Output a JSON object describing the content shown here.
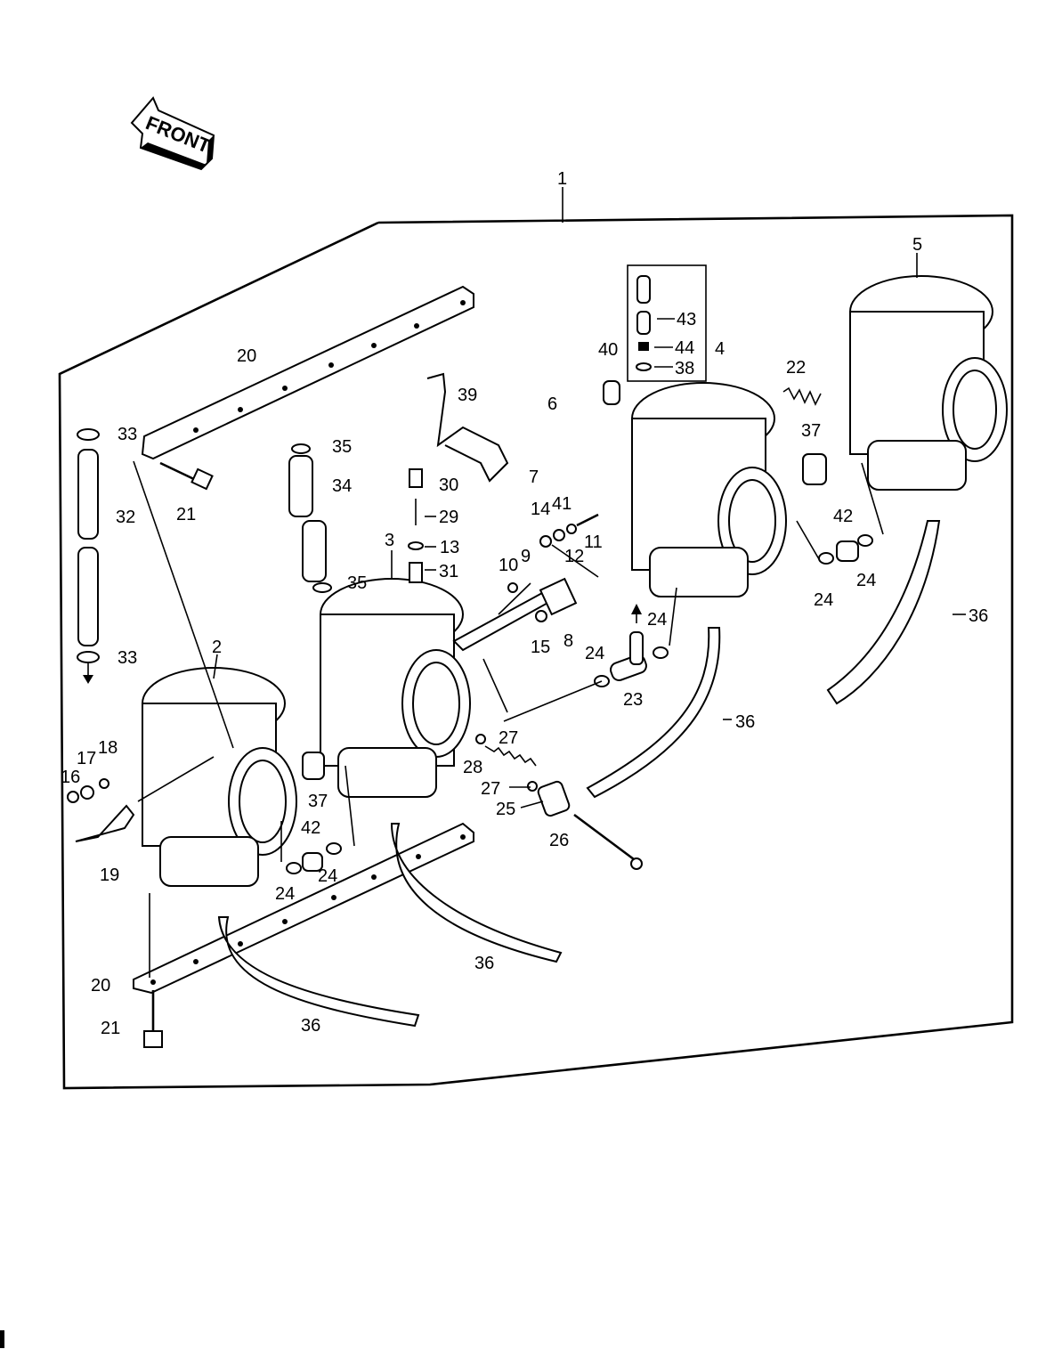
{
  "front_badge": "FRONT",
  "labels": {
    "1": "1",
    "2": "2",
    "3": "3",
    "4": "4",
    "5": "5",
    "6": "6",
    "7": "7",
    "8": "8",
    "9": "9",
    "10": "10",
    "11": "11",
    "12": "12",
    "13": "13",
    "14": "14",
    "15": "15",
    "16": "16",
    "17": "17",
    "18": "18",
    "19": "19",
    "20": "20",
    "21": "21",
    "22": "22",
    "23": "23",
    "24": "24",
    "25": "25",
    "26": "26",
    "27": "27",
    "28": "28",
    "29": "29",
    "30": "30",
    "31": "31",
    "32": "32",
    "33": "33",
    "34": "34",
    "35": "35",
    "36": "36",
    "37": "37",
    "38": "38",
    "39": "39",
    "40": "40",
    "41": "41",
    "42": "42",
    "43": "43",
    "44": "44"
  }
}
